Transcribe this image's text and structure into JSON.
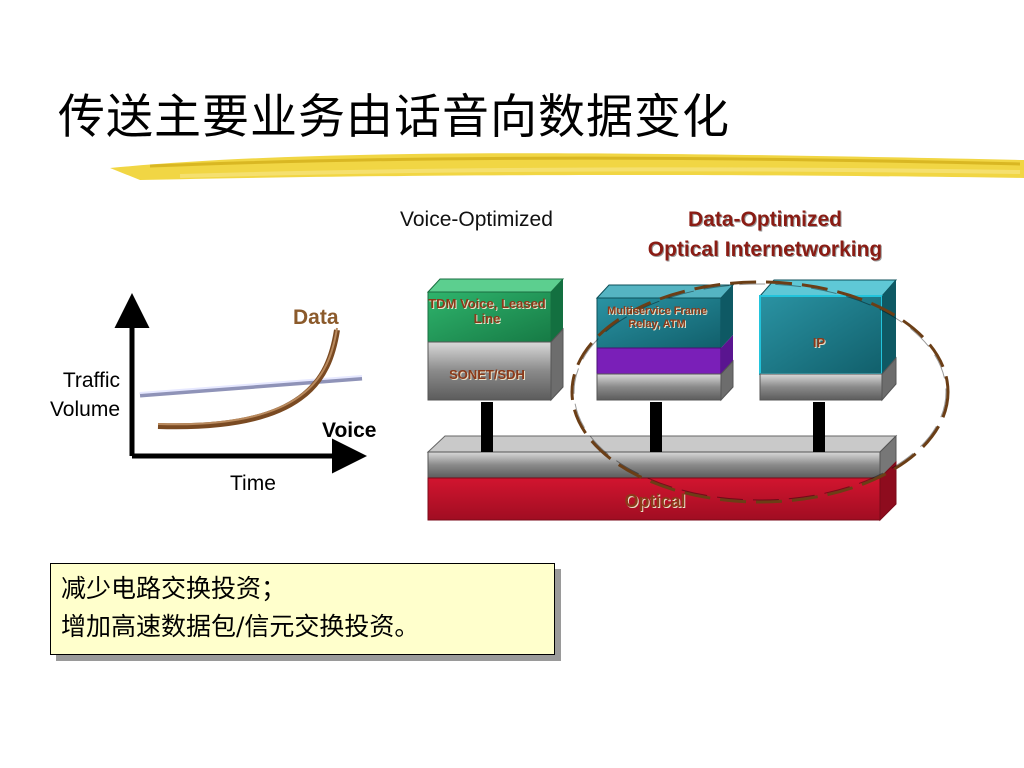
{
  "title": "传送主要业务由话音向数据变化",
  "diagram": {
    "voice_optimized": "Voice-Optimized",
    "data_optimized_line1": "Data-Optimized",
    "data_optimized_line2": "Optical Internetworking",
    "boxes": {
      "tdm": "TDM Voice, Leased Line",
      "sonet": "SONET/SDH",
      "multiservice": "Multiservice Frame Relay, ATM",
      "ip": "IP",
      "optical": "Optical"
    },
    "colors": {
      "green_block": "#1f9e5b",
      "teal_block": "#1a7f8e",
      "purple_block": "#7a1fb8",
      "red_base": "#c8102e",
      "gray_block": "#8c8c8c",
      "ellipse": "#6b3e16",
      "title_underline": "#e8c21a"
    }
  },
  "chart": {
    "y_label_line1": "Traffic",
    "y_label_line2": "Volume",
    "x_label": "Time",
    "data_label": "Data",
    "voice_label": "Voice"
  },
  "chart_data": {
    "type": "line",
    "title": "",
    "xlabel": "Time",
    "ylabel": "Traffic Volume",
    "series": [
      {
        "name": "Data",
        "values": [
          0.2,
          0.22,
          0.28,
          0.4,
          0.65,
          1.0
        ]
      },
      {
        "name": "Voice",
        "values": [
          0.45,
          0.47,
          0.5,
          0.52,
          0.55,
          0.58
        ]
      }
    ]
  },
  "note": {
    "line1": "减少电路交换投资；",
    "line2": "增加高速数据包/信元交换投资。"
  }
}
